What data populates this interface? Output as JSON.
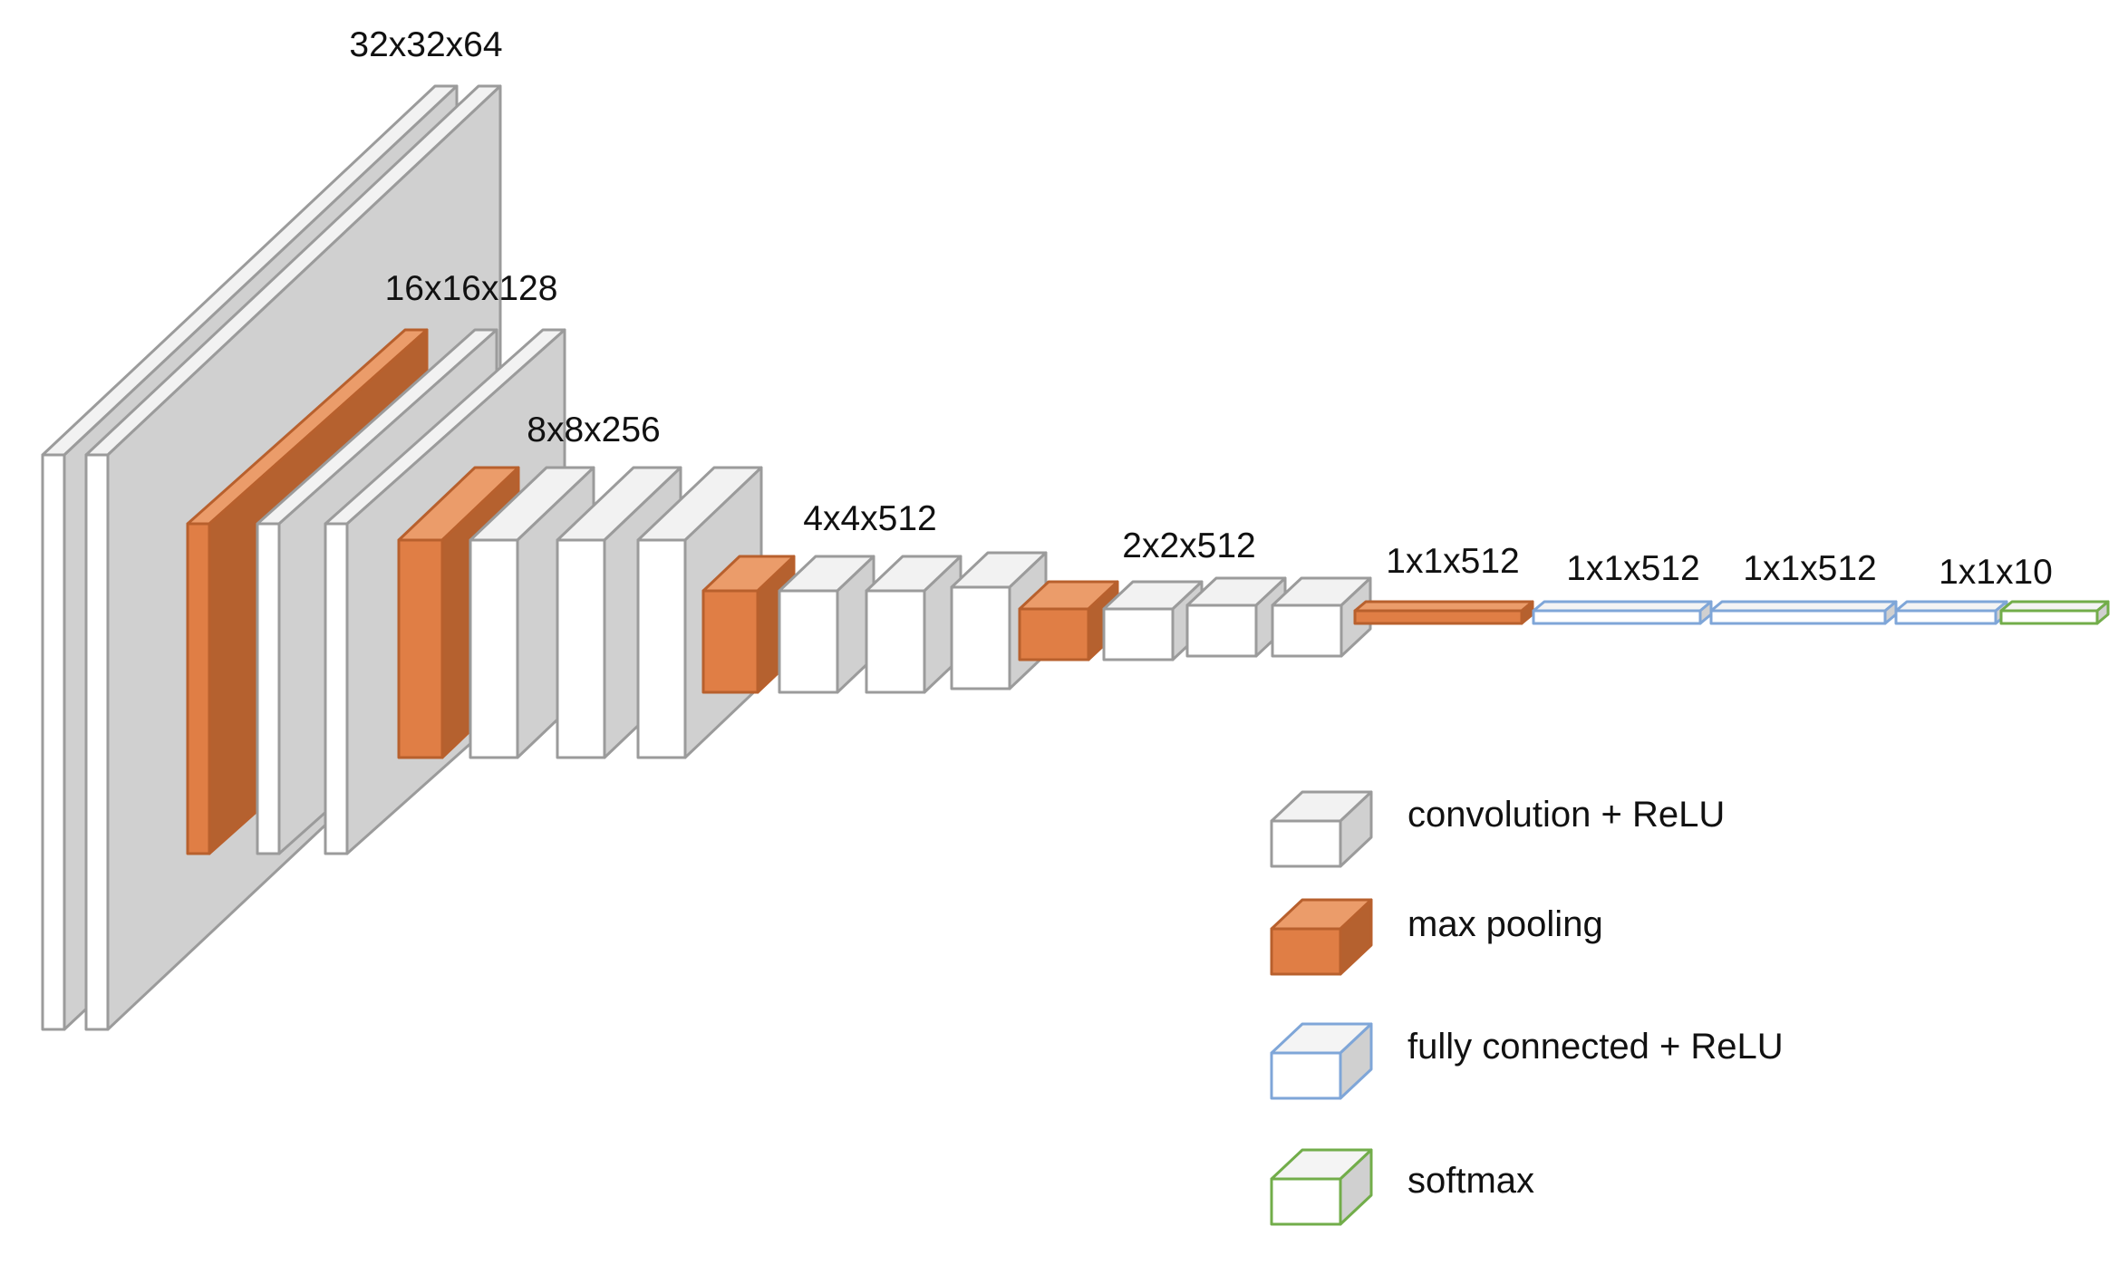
{
  "diagram": {
    "layer_kinds": {
      "conv": {
        "front": "#ffffff",
        "side": "#d0d0d0",
        "top": "#f2f2f2",
        "stroke": "#9b9b9b"
      },
      "pool": {
        "front": "#e07e45",
        "side": "#b5612f",
        "top": "#eb9c6a",
        "stroke": "#b8602d"
      },
      "fc": {
        "front": "#ffffff",
        "side": "#d0d0d0",
        "top": "#f4f4f4",
        "stroke": "#7fa6d8"
      },
      "softmax": {
        "front": "#ffffff",
        "side": "#d0d0d0",
        "top": "#f4f4f4",
        "stroke": "#72ad4a"
      }
    },
    "dimension_labels": [
      "32x32x64",
      "16x16x128",
      "8x8x256",
      "4x4x512",
      "2x2x512",
      "1x1x512",
      "1x1x512",
      "1x1x512",
      "1x1x10"
    ],
    "legend": [
      {
        "kind": "conv",
        "label": "convolution  + ReLU",
        "icon": "conv-block-icon"
      },
      {
        "kind": "pool",
        "label": "max pooling",
        "icon": "pool-block-icon"
      },
      {
        "kind": "fc",
        "label": "fully connected  + ReLU",
        "icon": "fc-block-icon"
      },
      {
        "kind": "softmax",
        "label": "softmax",
        "icon": "softmax-block-icon"
      }
    ]
  }
}
